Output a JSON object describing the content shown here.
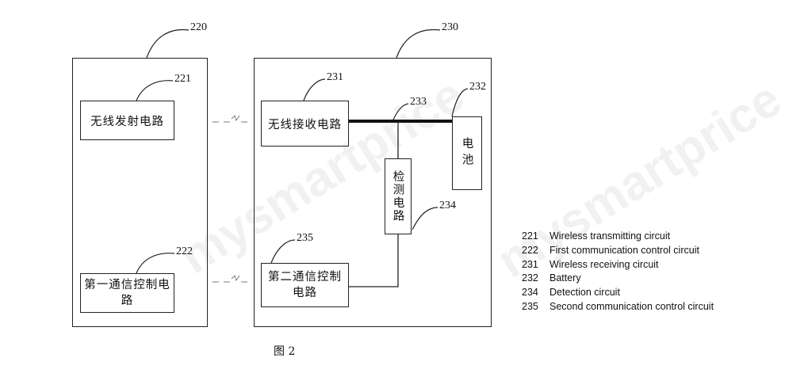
{
  "diagram": {
    "ref_220": "220",
    "ref_221": "221",
    "ref_222": "222",
    "ref_230": "230",
    "ref_231": "231",
    "ref_232": "232",
    "ref_233": "233",
    "ref_234": "234",
    "ref_235": "235",
    "wireless_transmitting": "无线发射电路",
    "first_comm_line1": "第一通信控制电",
    "first_comm_line2": "路",
    "wireless_receiving": "无线接收电路",
    "battery": "电池",
    "detection": "检测电路",
    "second_comm_line1": "第二通信控制",
    "second_comm_line2": "电路",
    "caption": "图 2"
  },
  "legend": [
    {
      "num": "221",
      "text": "Wireless transmitting circuit"
    },
    {
      "num": "222",
      "text": "First communication control circuit"
    },
    {
      "num": "231",
      "text": "Wireless receiving circuit"
    },
    {
      "num": "232",
      "text": "Battery"
    },
    {
      "num": "234",
      "text": "Detection circuit"
    },
    {
      "num": "235",
      "text": "Second communication control circuit"
    }
  ],
  "watermark": "mysmartprice",
  "colors": {
    "line": "#222222",
    "watermark": "#969696"
  }
}
